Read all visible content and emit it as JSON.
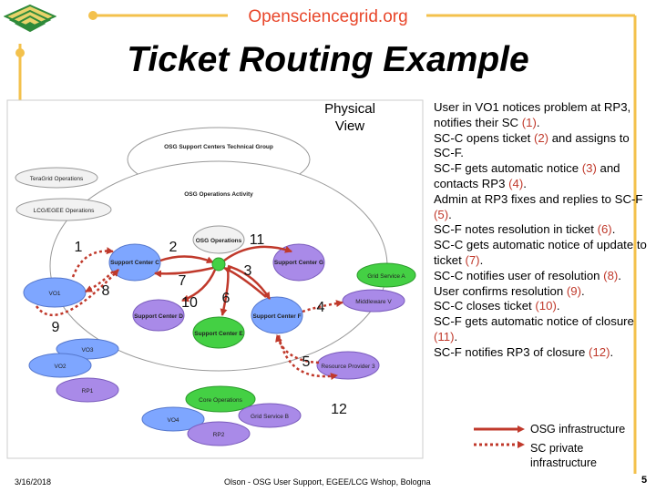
{
  "header": {
    "site": "Opensciencegrid.org",
    "title": "Ticket Routing Example"
  },
  "diagram": {
    "view_label": "Physical View",
    "bubbles": {
      "support_centers": "OSG Support Centers Technical Group",
      "operations_activity": "OSG Operations Activity",
      "teragrid": "TeraGrid Operations",
      "lcg": "LCG/EGEE Operations",
      "osg_ops": "OSG Operations",
      "sc_c": "Support Center C",
      "sc_g": "Support Center G",
      "sc_d": "Support Center D",
      "sc_e": "Support Center E",
      "sc_f": "Support Center F",
      "grid_a": "Grid Service A",
      "middleware": "Middleware V",
      "vo1": "VO1",
      "vo2": "VO2",
      "vo3": "VO3",
      "rp1": "RP1",
      "core": "Core Operations",
      "vo4": "VO4",
      "grid_b": "Grid Service B",
      "rp2": "RP2",
      "rp3": "Resource Provider 3"
    },
    "steps": [
      "1",
      "2",
      "3",
      "4",
      "5",
      "6",
      "7",
      "8",
      "9",
      "10",
      "11",
      "12"
    ]
  },
  "description": [
    [
      {
        "t": "User in VO1 notices problem at RP3, notifies their SC "
      },
      {
        "t": "(1)",
        "c": "ref"
      },
      {
        "t": "."
      }
    ],
    [
      {
        "t": "SC-C opens ticket "
      },
      {
        "t": "(2)",
        "c": "ref"
      },
      {
        "t": " and assigns to SC-F."
      }
    ],
    [
      {
        "t": "SC-F gets automatic notice "
      },
      {
        "t": "(3)",
        "c": "ref"
      },
      {
        "t": " and contacts RP3 "
      },
      {
        "t": "(4)",
        "c": "ref"
      },
      {
        "t": "."
      }
    ],
    [
      {
        "t": "Admin at RP3 fixes and replies to SC-F "
      },
      {
        "t": "(5)",
        "c": "ref"
      },
      {
        "t": "."
      }
    ],
    [
      {
        "t": "SC-F notes resolution in ticket "
      },
      {
        "t": "(6)",
        "c": "ref"
      },
      {
        "t": "."
      }
    ],
    [
      {
        "t": "SC-C gets automatic notice of update to ticket "
      },
      {
        "t": "(7)",
        "c": "ref"
      },
      {
        "t": "."
      }
    ],
    [
      {
        "t": "SC-C notifies user of resolution "
      },
      {
        "t": "(8)",
        "c": "ref"
      },
      {
        "t": "."
      }
    ],
    [
      {
        "t": "User confirms resolution "
      },
      {
        "t": "(9)",
        "c": "ref"
      },
      {
        "t": "."
      }
    ],
    [
      {
        "t": "SC-C closes ticket "
      },
      {
        "t": "(10)",
        "c": "ref"
      },
      {
        "t": "."
      }
    ],
    [
      {
        "t": "SC-F gets automatic notice of closure "
      },
      {
        "t": "(11)",
        "c": "ref"
      },
      {
        "t": "."
      }
    ],
    [
      {
        "t": "SC-F notifies RP3 of closure "
      },
      {
        "t": "(12)",
        "c": "ref"
      },
      {
        "t": "."
      }
    ]
  ],
  "legend": {
    "solid": "OSG infrastructure",
    "dotted": "SC private infrastructure"
  },
  "footer": {
    "date": "3/16/2018",
    "center": "Olson - OSG User Support, EGEE/LCG Wshop, Bologna",
    "page": "5"
  },
  "colors": {
    "accent": "#e8462a",
    "arrow": "#c0392b",
    "green": "#44d044",
    "blue": "#7ea6ff",
    "purple": "#a98ae8",
    "frame": "#f3c14c"
  }
}
